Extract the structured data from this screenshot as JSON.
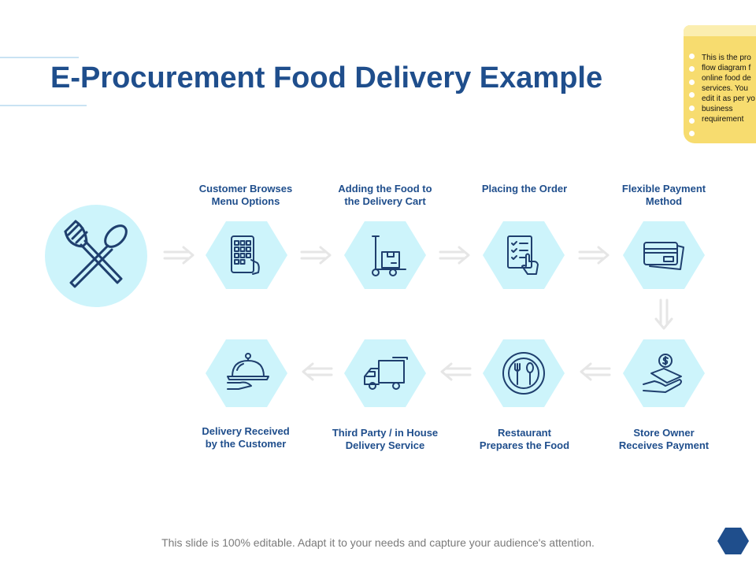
{
  "title": "E-Procurement Food Delivery Example",
  "note": {
    "text": "This is the pro\nflow diagram f\nonline food de\nservices. You\nedit it as per yo\nbusiness\nrequirement"
  },
  "center": {
    "icon": "fork-spoon-icon"
  },
  "steps": [
    {
      "label": "Customer Browses\nMenu Options",
      "icon": "phone-menu-icon"
    },
    {
      "label": "Adding the Food to\nthe Delivery Cart",
      "icon": "hand-truck-icon"
    },
    {
      "label": "Placing the Order",
      "icon": "order-checklist-icon"
    },
    {
      "label": "Flexible Payment\nMethod",
      "icon": "credit-card-icon"
    },
    {
      "label": "Store Owner\nReceives Payment",
      "icon": "payment-hand-icon"
    },
    {
      "label": "Restaurant\nPrepares the Food",
      "icon": "plate-icon"
    },
    {
      "label": "Third Party / in House\nDelivery Service",
      "icon": "delivery-truck-icon"
    },
    {
      "label": "Delivery Received\nby the Customer",
      "icon": "cloche-icon"
    }
  ],
  "footer": "This slide is 100% editable. Adapt it to your needs and capture your audience's attention.",
  "colors": {
    "title": "#1f4e8c",
    "shape_fill": "#cdf4fb",
    "icon": "#1f3f6e",
    "arrow": "#e6e6e6",
    "note": "#f7dc6f"
  }
}
